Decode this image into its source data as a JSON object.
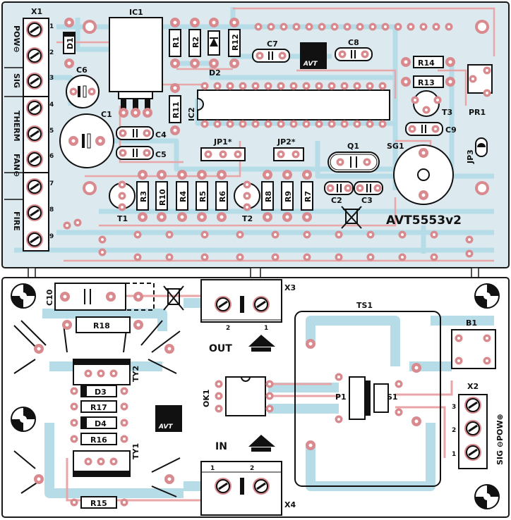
{
  "board": {
    "name": "AVT5553v2",
    "colors": {
      "background": "#dceaf0",
      "trace": "#b6dce8",
      "trace_dark": "#9fd0e2",
      "copper": "#e8a6a8",
      "pad": "#d98a8e",
      "silk": "#111111",
      "outline": "#1a1a1a"
    }
  },
  "top": {
    "connector_x1": {
      "label": "X1",
      "pins": [
        "1",
        "2",
        "3",
        "4",
        "5",
        "6",
        "7",
        "8",
        "9"
      ]
    },
    "side_labels": [
      {
        "sym": "⊕",
        "text": "POW⊖"
      },
      {
        "sym": "",
        "text": "SIG"
      },
      {
        "sym": "",
        "text": "THERM"
      },
      {
        "sym": "⊕",
        "text": "FAN⊖"
      },
      {
        "sym": "",
        "text": "FIRE"
      }
    ],
    "components": {
      "ic1": "IC1",
      "ic2": "IC2",
      "d1": "D1",
      "d2": "D2",
      "r1": "R1",
      "r2": "R2",
      "r12": "R12",
      "r11": "R11",
      "r3": "R3",
      "r10": "R10",
      "r4": "R4",
      "r5": "R5",
      "r6": "R6",
      "r8": "R8",
      "r9": "R9",
      "r7": "R7",
      "r13": "R13",
      "r14": "R14",
      "c1": "C1",
      "c2": "C2",
      "c3": "C3",
      "c4": "C4",
      "c5": "C5",
      "c6": "C6",
      "c7": "C7",
      "c8": "C8",
      "c9": "C9",
      "t1": "T1",
      "t2": "T2",
      "t3": "T3",
      "q1": "Q1",
      "sg1": "SG1",
      "pr1": "PR1",
      "jp1": "JP1*",
      "jp2": "JP2*",
      "jp3": "JP3"
    }
  },
  "bottom": {
    "components": {
      "c10": "C10",
      "r18": "R18",
      "r17": "R17",
      "r16": "R16",
      "r15": "R15",
      "d3": "D3",
      "d4": "D4",
      "ty1": "TY1",
      "ty2": "TY2",
      "ok1": "OK1",
      "x3": "X3",
      "x4": "X4",
      "ts1": "TS1",
      "b1": "B1",
      "x2": "X2",
      "p1": "P1",
      "s1": "S1"
    },
    "out_label": "OUT",
    "in_label": "IN",
    "x3_pins": [
      "2",
      "1"
    ],
    "x4_pins": [
      "1",
      "2"
    ],
    "x2_pins": [
      "3",
      "2",
      "1"
    ],
    "x2_side": "SIG ⊖POW⊕"
  },
  "logo_text": "AVT"
}
